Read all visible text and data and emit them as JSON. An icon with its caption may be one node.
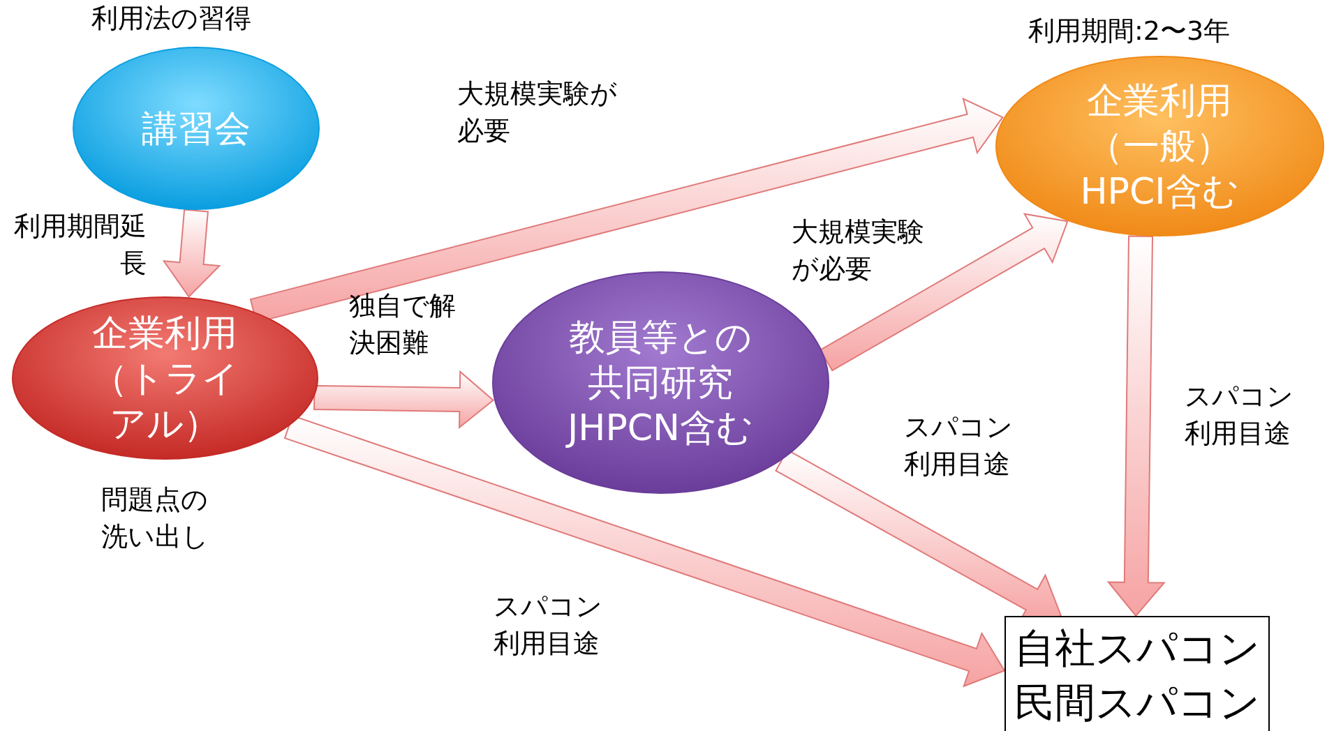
{
  "diagram": {
    "nodes": [
      {
        "text": [
          "講習会"
        ],
        "beside": [
          "利用法の習得"
        ]
      },
      {
        "text": [
          "企業利用（トライアル）"
        ],
        "beside": [
          "問題点の洗い出し"
        ]
      },
      {
        "text": [
          "教員等との共同研究JHPCN含む"
        ]
      },
      {
        "text": [
          "企業利用（一般）HPCI含む"
        ],
        "beside": [
          "利用期間:2〜3年"
        ]
      },
      {
        "text": [
          "自社スパコン民間スパコン"
        ]
      }
    ],
    "edges": [
      {
        "from": 0,
        "to": 1,
        "arrow": "to",
        "label": "利用期間延長"
      },
      {
        "from": 1,
        "to": 3,
        "arrow": "to",
        "label": "大規模実験が必要"
      },
      {
        "from": 1,
        "to": 2,
        "arrow": "to",
        "label": "独自で解決困難"
      },
      {
        "from": 1,
        "to": 4,
        "arrow": "to",
        "label": "スパコン利用目途"
      },
      {
        "from": 2,
        "to": 3,
        "arrow": "to",
        "label": "大規模実験が必要"
      },
      {
        "from": 2,
        "to": 4,
        "arrow": "to",
        "label": "スパコン利用目途"
      },
      {
        "from": 3,
        "to": 4,
        "arrow": "to",
        "label": "スパコン利用目途"
      }
    ]
  }
}
